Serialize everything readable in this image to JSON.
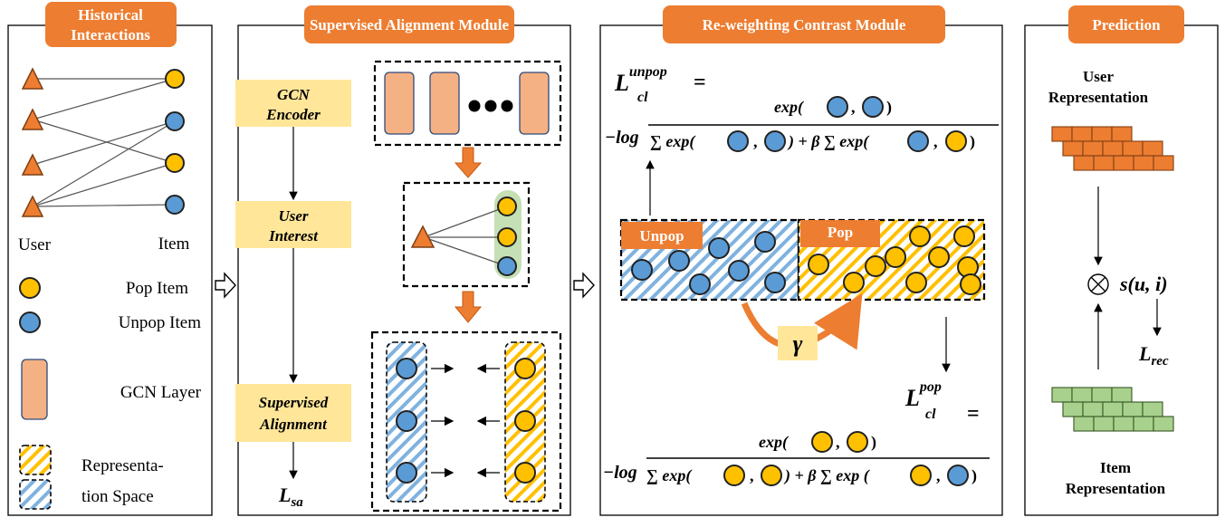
{
  "panels": {
    "historical": {
      "title_line1": "Historical",
      "title_line2": "Interactions"
    },
    "supervised": {
      "title": "Supervised Alignment Module"
    },
    "contrast": {
      "title": "Re-weighting Contrast Module"
    },
    "prediction": {
      "title": "Prediction"
    }
  },
  "legend": {
    "user": "User",
    "item": "Item",
    "pop_item": "Pop Item",
    "unpop_item": "Unpop Item",
    "gcn_layer": "GCN Layer",
    "rep_line1": "Representa-",
    "rep_line2": "tion Space"
  },
  "supervised": {
    "gcn_encoder_line1": "GCN",
    "gcn_encoder_line2": "Encoder",
    "user_interest_line1": "User",
    "user_interest_line2": "Interest",
    "sup_align_line1": "Supervised",
    "sup_align_line2": "Alignment",
    "loss_main": "L",
    "loss_sub": "sa"
  },
  "contrast": {
    "unpop_label": "Unpop",
    "pop_label": "Pop",
    "gamma": "γ",
    "l_main": "L",
    "unpop_sup": "unpop",
    "pop_sup": "pop",
    "cl_sub": "cl",
    "equals": "=",
    "neg_log": "−log",
    "exp": "exp(",
    "comma": ",",
    "close": ")",
    "sum_exp": "∑ exp(",
    "plus_beta": ") + β ∑ exp(",
    "plus_beta_sp": ") + β ∑ exp ("
  },
  "prediction": {
    "user_rep_line1": "User",
    "user_rep_line2": "Representation",
    "item_rep_line1": "Item",
    "item_rep_line2": "Representation",
    "score": "s(u, i)",
    "l_main": "L",
    "l_sub": "rec",
    "otimes": "⊗"
  },
  "colors": {
    "orange": "#ED7D31",
    "orange_border": "#C55A11",
    "pop_yellow": "#FFC000",
    "unpop_blue": "#5B9BD5",
    "gcn_fill": "#F4B183",
    "label_box": "#FFE699",
    "green_cube": "#A9D18E",
    "highlight_green": "#C5E0B4"
  }
}
